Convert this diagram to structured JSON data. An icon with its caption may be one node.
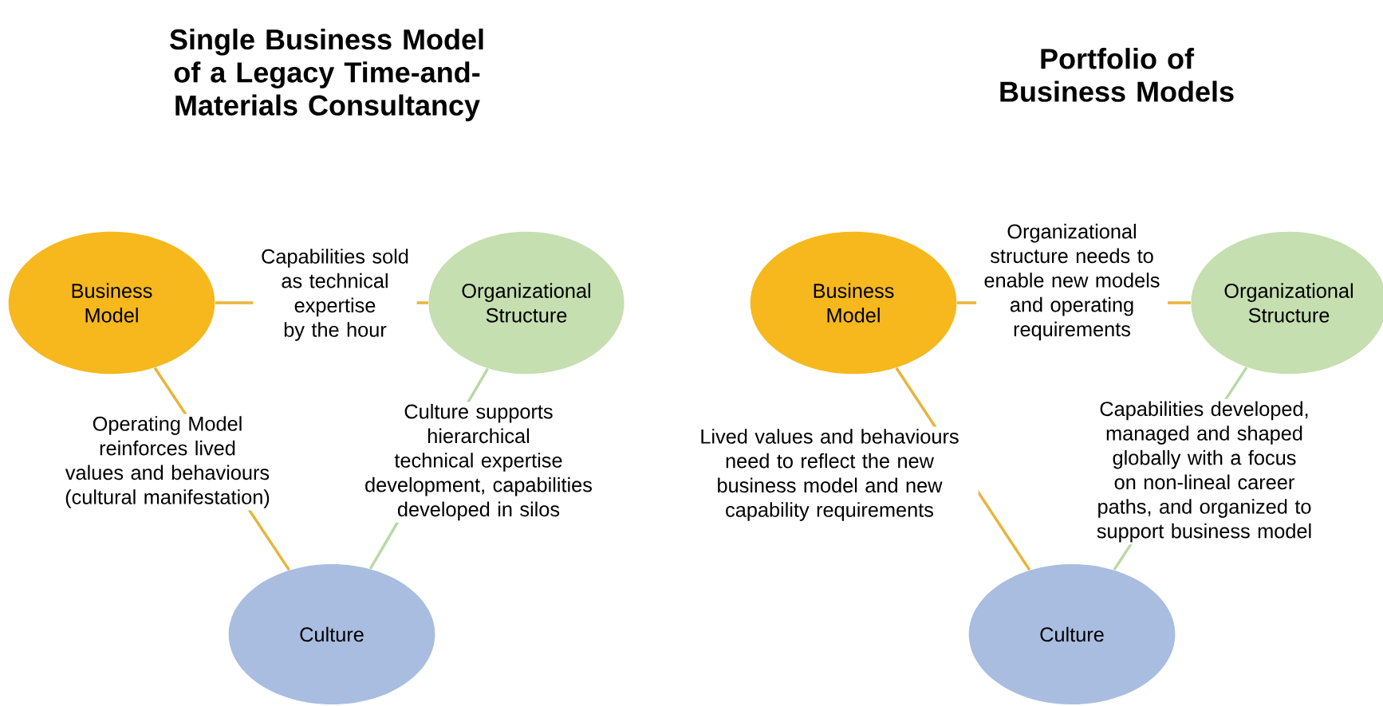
{
  "diagram": {
    "nodes": [
      {
        "text": [
          "Business Model"
        ]
      },
      {
        "text": [
          "Organizational Structure"
        ]
      },
      {
        "text": [
          "Culture"
        ]
      },
      {
        "text": [
          "Business Model"
        ]
      },
      {
        "text": [
          "Organizational Structure"
        ]
      },
      {
        "text": [
          "Culture"
        ]
      }
    ],
    "edges": [
      {
        "from": 0,
        "to": 1,
        "arrow": "none",
        "label": "Capabilities sold as technical expertise by the hour"
      },
      {
        "from": 0,
        "to": 2,
        "arrow": "none",
        "label": "Operating Model reinforces lived values and behaviours (cultural manifestation)"
      },
      {
        "from": 1,
        "to": 2,
        "arrow": "none",
        "color": "#b9d9a6",
        "label": "Culture supports hierarchical technical expertise development, capabilities developed in silos"
      },
      {
        "from": 3,
        "to": 4,
        "arrow": "none",
        "label": "Organizational structure needs to enable new models and operating requirements"
      },
      {
        "from": 3,
        "to": 5,
        "arrow": "none",
        "label": "Lived values and behaviours need to reflect the new business model and new capability requirements"
      },
      {
        "from": 4,
        "to": 5,
        "arrow": "none",
        "color": "#b9d9a6",
        "label": "Capabilities developed, managed and shaped globally with a focus on non-lineal career paths, and organized to support business model"
      }
    ],
    "labels": [
      "Single Business Model of a Legacy Time-and-Materials Consultancy",
      "Portfolio of Business Models"
    ]
  }
}
